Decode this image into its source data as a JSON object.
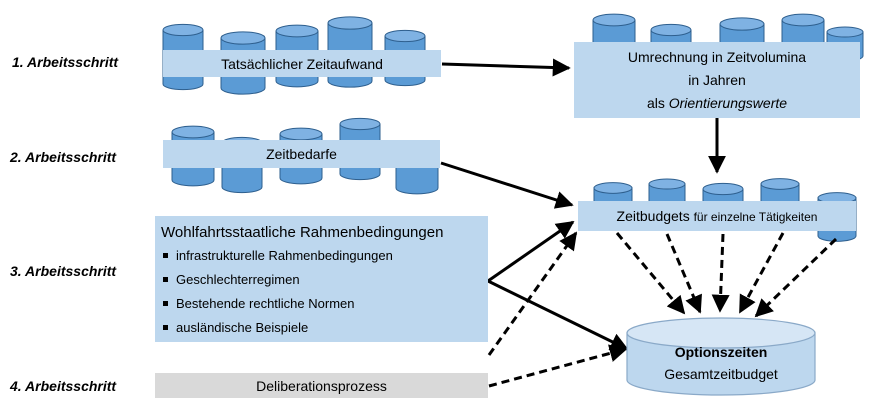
{
  "steps": [
    {
      "label": "1. Arbeitsschritt"
    },
    {
      "label": "2. Arbeitsschritt"
    },
    {
      "label": "3. Arbeitsschritt"
    },
    {
      "label": "4. Arbeitsschritt"
    }
  ],
  "boxes": {
    "zeitaufwand": "Tatsächlicher Zeitaufwand",
    "umrechnung": {
      "line1": "Umrechnung in Zeitvolumina",
      "line2": "in Jahren",
      "line3_prefix": "als ",
      "line3_em": "Orientierungswerte"
    },
    "zeitbedarfe": "Zeitbedarfe",
    "zeitbudgets": {
      "main": "Zeitbudgets ",
      "small": "für einzelne Tätigkeiten"
    },
    "rahmen": {
      "title": "Wohlfahrtsstaatliche Rahmenbedingungen",
      "items": [
        "infrastrukturelle Rahmenbedingungen",
        "Geschlechterregimen",
        "Bestehende rechtliche Normen",
        "ausländische Beispiele"
      ]
    },
    "deliberation": "Deliberationsprozess",
    "optionszeiten": {
      "title": "Optionszeiten",
      "subtitle": "Gesamtzeitbudget"
    }
  },
  "colors": {
    "box_fill": "#bdd7ee",
    "cylinder_fill": "#5b9bd5",
    "cylinder_top": "#7fb2e3",
    "cylinder_stroke": "#2e5f8e",
    "gray_box": "#d9d9d9",
    "optionszeiten_fill": "#bdd7ee",
    "arrow": "#000000"
  }
}
